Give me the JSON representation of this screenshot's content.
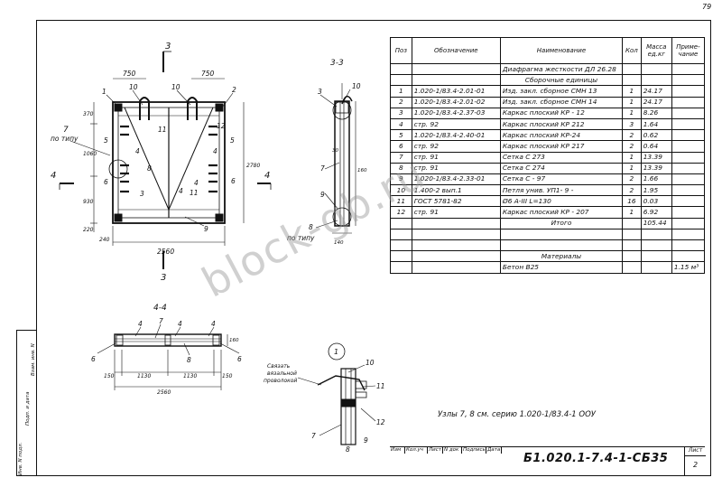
{
  "page_number": "79",
  "spec": {
    "headers": {
      "pos": "Поз",
      "designation": "Обозначение",
      "name": "Наименование",
      "qty": "Кол",
      "mass": "Масса ед.кг",
      "note": "Приме- чание"
    },
    "title_row": "Диафрагма жесткости ДЛ 26.28",
    "section_row": "Сборочные единицы",
    "rows": [
      {
        "pos": "1",
        "des": "1.020-1/83.4-2.01-01",
        "name": "Изд. закл. сборное СМН 13",
        "qty": "1",
        "mass": "24.17",
        "note": ""
      },
      {
        "pos": "2",
        "des": "1.020-1/83.4-2.01-02",
        "name": "Изд. закл. сборное СМН 14",
        "qty": "1",
        "mass": "24.17",
        "note": ""
      },
      {
        "pos": "3",
        "des": "1.020-1/83.4-2.37-03",
        "name": "Каркас плоский КР - 12",
        "qty": "1",
        "mass": "8.26",
        "note": ""
      },
      {
        "pos": "4",
        "des": "стр. 92",
        "name": "Каркас плоский КР 212",
        "qty": "3",
        "mass": "1.64",
        "note": ""
      },
      {
        "pos": "5",
        "des": "1.020-1/83.4-2.40-01",
        "name": "Каркас плоский КР-24",
        "qty": "2",
        "mass": "0.62",
        "note": ""
      },
      {
        "pos": "6",
        "des": "стр. 92",
        "name": "Каркас плоский КР 217",
        "qty": "2",
        "mass": "0.64",
        "note": ""
      },
      {
        "pos": "7",
        "des": "стр. 91",
        "name": "Сетка С 273",
        "qty": "1",
        "mass": "13.39",
        "note": ""
      },
      {
        "pos": "8",
        "des": "стр. 91",
        "name": "Сетка С 274",
        "qty": "1",
        "mass": "13.39",
        "note": ""
      },
      {
        "pos": "9",
        "des": "1.020-1/83.4-2.33-01",
        "name": "Сетка С - 97",
        "qty": "2",
        "mass": "1.66",
        "note": ""
      },
      {
        "pos": "10",
        "des": "1.400-2 вып.1",
        "name": "Петля унив. УП1- 9 -",
        "qty": "2",
        "mass": "1.95",
        "note": ""
      },
      {
        "pos": "11",
        "des": "ГОСТ 5781-82",
        "name": "Ø6 A-III  L=130",
        "qty": "16",
        "mass": "0.03",
        "note": ""
      },
      {
        "pos": "12",
        "des": "стр. 91",
        "name": "Каркас плоский КР - 207",
        "qty": "1",
        "mass": "6.92",
        "note": ""
      }
    ],
    "total_label": "Итого",
    "total_mass": "105.44",
    "materials_label": "Материалы",
    "material_name": "Бетон В25",
    "material_mass": "1.15 м³"
  },
  "title_block": {
    "code": "Б1.020.1-7.4-1-СБ35",
    "columns": [
      "Изм",
      "Кол.уч",
      "Лист",
      "N док",
      "Подпись",
      "Дата"
    ],
    "sheet_label": "Лист",
    "sheet_number": "2"
  },
  "stamp": [
    "Инв. N подл.",
    "Подп. и дата",
    "Взам. инв. N"
  ],
  "note": "Узлы 7, 8 см. серию 1.020-1/83.4-1 ООУ",
  "watermark": "block-gb.ru",
  "drawing": {
    "sec33": "3-3",
    "sec44": "4-4",
    "cut3": "3",
    "cut4": "4",
    "node1": "1",
    "po_tipu": "по типу",
    "dims_main": {
      "d750a": "750",
      "d750b": "750",
      "d2560": "2560",
      "d2780": "2780",
      "d370": "370",
      "d1060": "1060",
      "d930": "930",
      "d220": "220",
      "d240": "240"
    },
    "dims_44": {
      "d150a": "150",
      "d1130a": "1130",
      "d1130b": "1130",
      "d150b": "150",
      "d2560": "2560",
      "d160": "160"
    },
    "dims_33": {
      "d30": "30",
      "d140": "140",
      "d160": "160"
    },
    "node_text": [
      "Связать",
      "вязальной",
      "проволокой"
    ],
    "labels_main": [
      "1",
      "10",
      "10",
      "2",
      "11",
      "5",
      "4",
      "4",
      "5",
      "6",
      "8",
      "4",
      "11",
      "6",
      "3",
      "9",
      "12",
      "7",
      "4"
    ],
    "labels_33": [
      "3",
      "10",
      "7",
      "9",
      "8"
    ],
    "labels_44": [
      "4",
      "7",
      "4",
      "4",
      "8",
      "6",
      "6"
    ],
    "labels_node": [
      "10",
      "11",
      "12",
      "7",
      "8",
      "9"
    ]
  }
}
